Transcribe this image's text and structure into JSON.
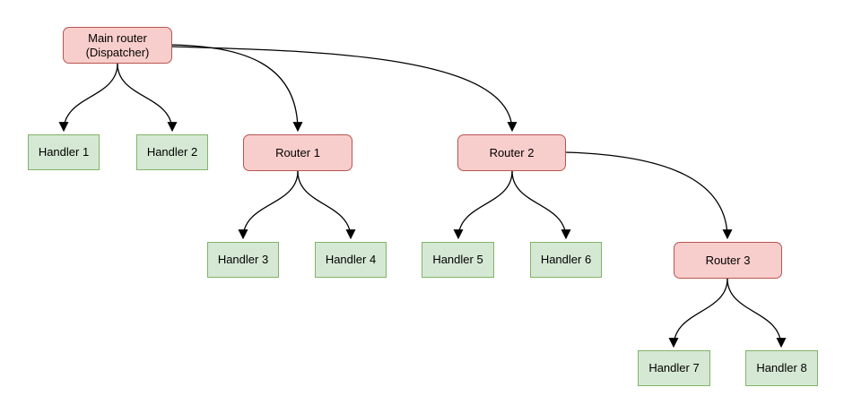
{
  "nodes": {
    "main_router": {
      "label": "Main router\n(Dispatcher)"
    },
    "router1": {
      "label": "Router 1"
    },
    "router2": {
      "label": "Router 2"
    },
    "router3": {
      "label": "Router 3"
    },
    "handler1": {
      "label": "Handler 1"
    },
    "handler2": {
      "label": "Handler 2"
    },
    "handler3": {
      "label": "Handler 3"
    },
    "handler4": {
      "label": "Handler 4"
    },
    "handler5": {
      "label": "Handler 5"
    },
    "handler6": {
      "label": "Handler 6"
    },
    "handler7": {
      "label": "Handler 7"
    },
    "handler8": {
      "label": "Handler 8"
    }
  },
  "colors": {
    "router_fill": "#f8cecc",
    "router_border": "#b85450",
    "handler_fill": "#d5e8d4",
    "handler_border": "#82b366",
    "edge": "#000000",
    "background": "#ffffff",
    "text": "#000000"
  }
}
